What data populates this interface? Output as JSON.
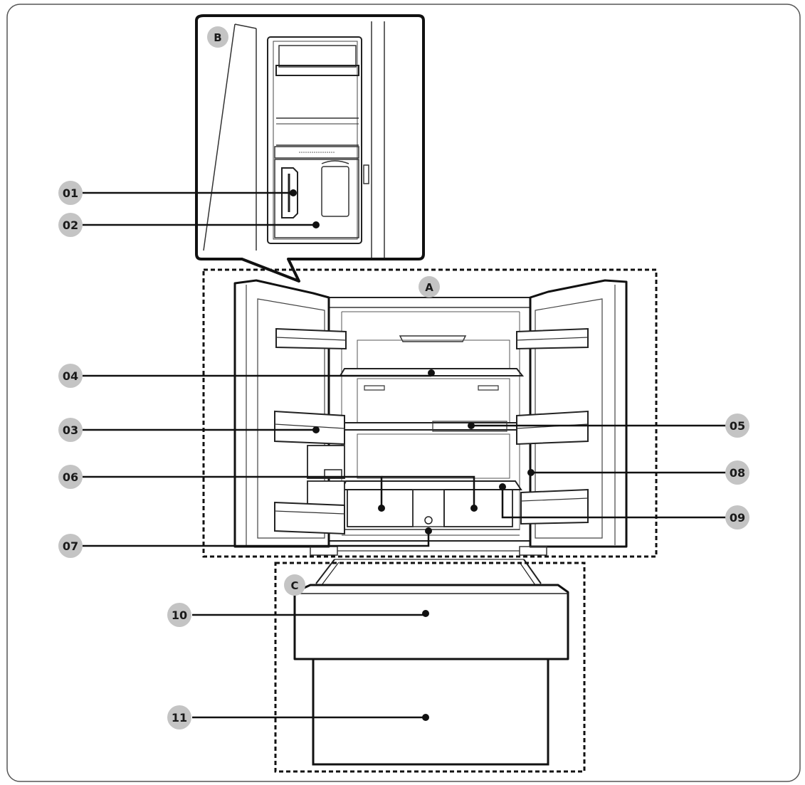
{
  "zones": {
    "a": {
      "label": "A"
    },
    "b": {
      "label": "B"
    },
    "c": {
      "label": "C"
    }
  },
  "callouts": {
    "c01": {
      "label": "01"
    },
    "c02": {
      "label": "02"
    },
    "c03": {
      "label": "03"
    },
    "c04": {
      "label": "04"
    },
    "c05": {
      "label": "05"
    },
    "c06": {
      "label": "06"
    },
    "c07": {
      "label": "07"
    },
    "c08": {
      "label": "08"
    },
    "c09": {
      "label": "09"
    },
    "c10": {
      "label": "10"
    },
    "c11": {
      "label": "11"
    }
  },
  "colors": {
    "badge_fill": "#c4c4c4",
    "line": "#111111",
    "frame": "#555555"
  }
}
